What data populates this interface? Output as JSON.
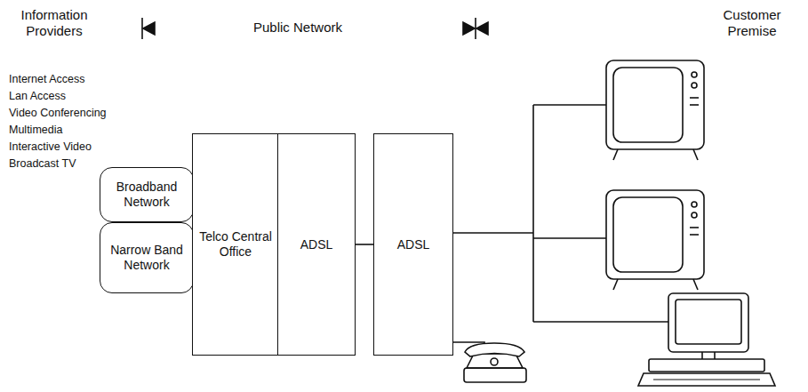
{
  "diagram": {
    "nodes": [
      {
        "text": [
          "Broadband Network"
        ]
      },
      {
        "text": [
          "Narrow Band Network"
        ]
      },
      {
        "text": [
          "Telco Central Office"
        ]
      },
      {
        "text": [
          "ADSL"
        ]
      },
      {
        "text": [
          "ADSL"
        ]
      }
    ],
    "edges": [
      {
        "from": 3,
        "to": 4,
        "arrow": "none"
      }
    ],
    "labels": [
      "Information Providers",
      "Public Network",
      "Customer Premise",
      "Internet Access",
      "Lan Access",
      "Video Conferencing",
      "Multimedia",
      "Interactive Video",
      "Broadcast TV"
    ]
  }
}
